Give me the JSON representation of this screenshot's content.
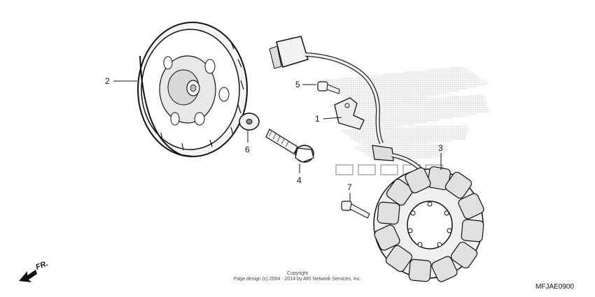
{
  "diagram": {
    "code": "MFJAE0900",
    "copyright_title": "Copyright",
    "copyright_body": "Page design (c) 2004 - 2014 by ARI Network Services, Inc.",
    "watermark": "HONDA",
    "direction_label": "FR."
  },
  "callouts": [
    {
      "number": "1"
    },
    {
      "number": "2"
    },
    {
      "number": "3"
    },
    {
      "number": "4"
    },
    {
      "number": "5"
    },
    {
      "number": "6"
    },
    {
      "number": "7"
    }
  ]
}
